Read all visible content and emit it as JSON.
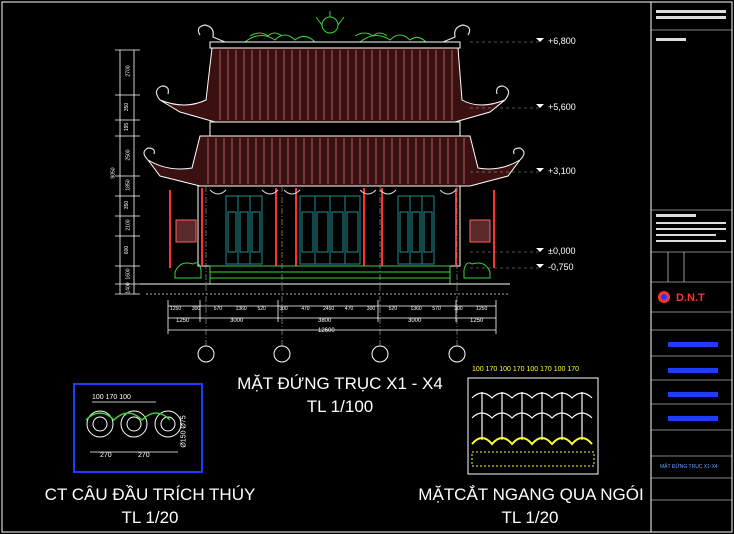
{
  "drawing": {
    "main_title": "MẶT ĐỨNG TRỤC X1 - X4",
    "main_scale": "TL 1/100",
    "detail_left_title": "CT CÂU ĐẦU TRÍCH THÚY",
    "detail_left_scale": "TL 1/20",
    "detail_right_title": "MẶTCẮT NGANG QUA NGÓI",
    "detail_right_scale": "TL 1/20"
  },
  "levels": {
    "l1": "+6,800",
    "l2": "+5,600",
    "l3": "+3,100",
    "l4": "±0,000",
    "l5": "-0,750"
  },
  "vertical_dims": [
    "2700",
    "350",
    "195",
    "2500",
    "1850",
    "350",
    "2100",
    "600",
    "1600",
    "1400",
    "750",
    "250",
    "9050"
  ],
  "horizontal_dims_top": [
    "1250",
    "300",
    "570",
    "1360",
    "520",
    "300",
    "470",
    "2450",
    "470",
    "300",
    "520",
    "1360",
    "570",
    "300",
    "1250"
  ],
  "horizontal_dims_mid": [
    "1250",
    "3000",
    "3800",
    "3000",
    "1250"
  ],
  "horizontal_total": "12600",
  "detail_left_dims": {
    "top": [
      "100",
      "170",
      "100"
    ],
    "bottom": [
      "270",
      "270"
    ],
    "side": "Ø150 Ø75"
  },
  "detail_right_dims": {
    "top": [
      "100",
      "170",
      "100",
      "170",
      "100",
      "170",
      "100",
      "170"
    ]
  },
  "title_block": {
    "logo": "D.N.T",
    "footer_text": "MẶT ĐỨNG TRỤC X1-X4"
  },
  "colors": {
    "roof": "#b06060",
    "frame": "#ffffff",
    "column": "#ff3030",
    "door": "#1f8f8f",
    "green": "#39d439",
    "yellow": "#ffff33",
    "blue": "#1e3cff",
    "dim": "#ffffff"
  }
}
